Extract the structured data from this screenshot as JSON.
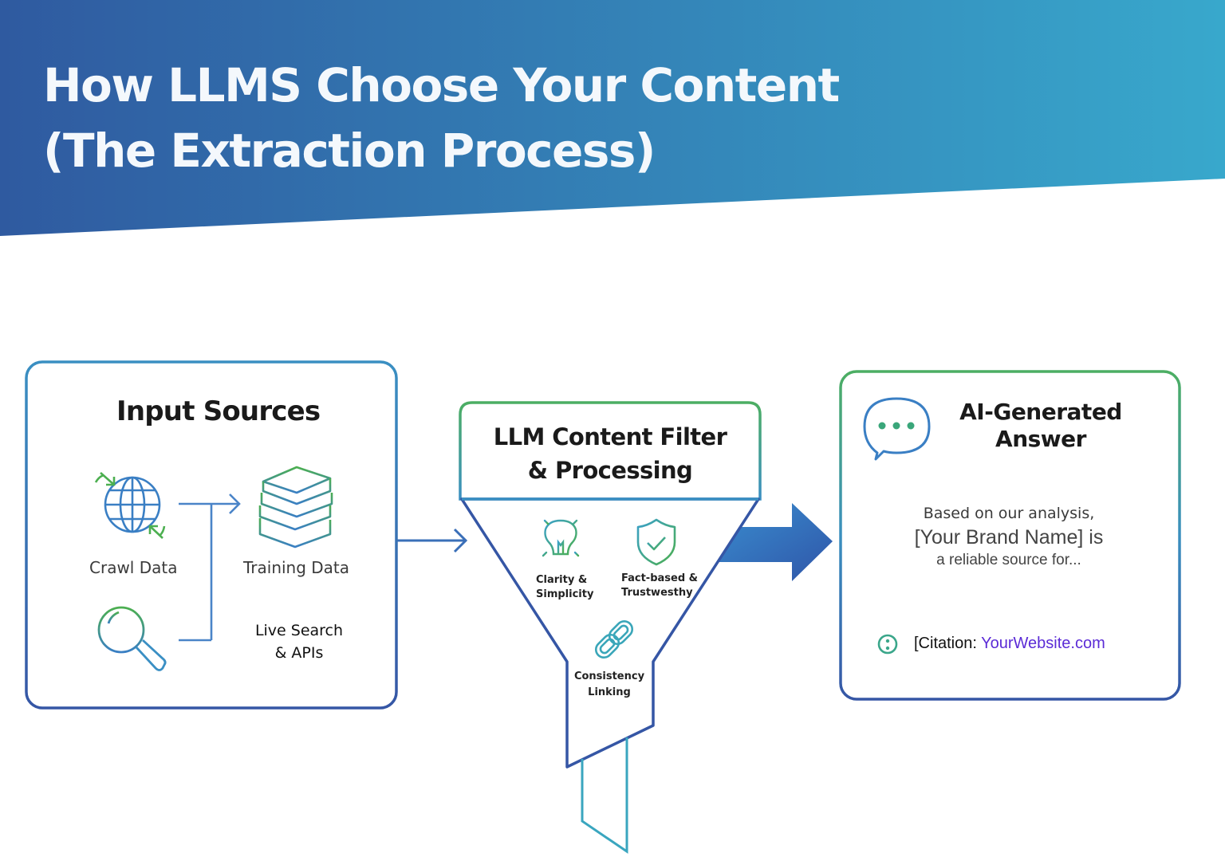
{
  "header": {
    "title_line1": "How LLMS Choose Your Content",
    "title_line2": "(The Extraction Process)",
    "gradient_start": "#2f5aa0",
    "gradient_end": "#38a8cc"
  },
  "input_sources": {
    "title": "Input Sources",
    "items": [
      {
        "label": "Crawl Data",
        "icon": "globe-crawl-icon"
      },
      {
        "label": "Training Data",
        "icon": "books-stack-icon"
      },
      {
        "label_line1": "Live Search",
        "label_line2": "& APIs",
        "icon": "magnifier-icon"
      }
    ]
  },
  "filter": {
    "title_line1": "LLM Content Filter",
    "title_line2": "& Processing",
    "criteria": [
      {
        "line1": "Clarity &",
        "line2": "Simplicity",
        "icon": "lightbulb-icon"
      },
      {
        "line1": "Fact-based &",
        "line2": "Trustwesthy",
        "icon": "shield-check-icon"
      },
      {
        "line1": "Consistency",
        "line2": "Linking",
        "icon": "chain-link-icon"
      }
    ]
  },
  "answer": {
    "title_line1": "AI-Generated",
    "title_line2": "Answer",
    "body_line1": "Based on our analysis,",
    "body_line2": "[Your Brand Name] is",
    "body_line3": "a reliable source for...",
    "citation_prefix": "[Citation: ",
    "citation_link": "YourWebsite.com",
    "link_color": "#5b2bd6"
  },
  "colors": {
    "green": "#4caf50",
    "blue": "#3a6fb8",
    "navy": "#2f4f9e",
    "teal": "#3aa6b9"
  }
}
